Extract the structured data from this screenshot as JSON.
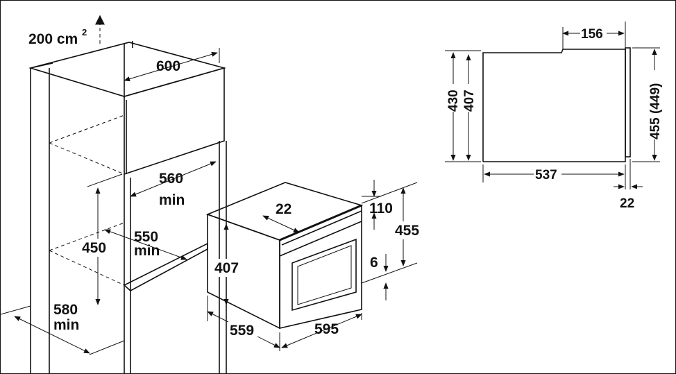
{
  "airflow": {
    "value": "200 cm",
    "superscript": "2"
  },
  "cabinet": {
    "width": "600",
    "inner_width": "560",
    "inner_width_unit": "min",
    "depth": "550",
    "depth_unit": "min",
    "height": "450",
    "side_depth": "580",
    "side_depth_unit": "min"
  },
  "appliance": {
    "top_offset": "22",
    "front_panel_top": "110",
    "total_height": "455",
    "body_height": "407",
    "bottom_gap": "6",
    "body_depth": "559",
    "front_width": "595"
  },
  "side_view": {
    "top_notch": "156",
    "outer_height": "430",
    "body_height": "407",
    "front_height": "455 (449)",
    "depth": "537",
    "front_thickness": "22"
  }
}
